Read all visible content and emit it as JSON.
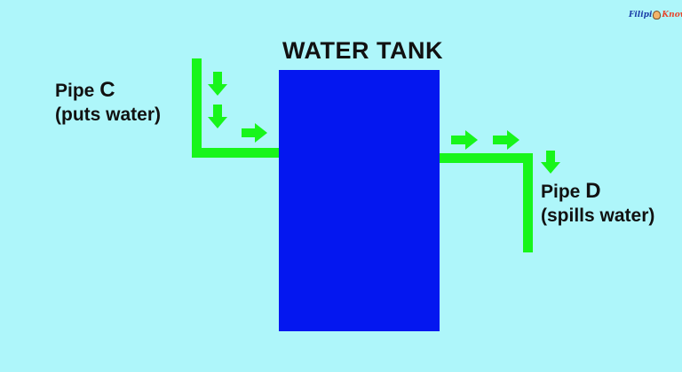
{
  "title": "WATER TANK",
  "pipe_c": {
    "name_prefix": "Pipe ",
    "name_letter": "C",
    "description": "(puts water)"
  },
  "pipe_d": {
    "name_prefix": "Pipe ",
    "name_letter": "D",
    "description": "(spills water)"
  },
  "logo": {
    "word1": "Filipi",
    "word2": "Know"
  },
  "colors": {
    "background": "#aef6fa",
    "tank": "#0417f0",
    "pipe": "#18f51b",
    "arrow": "#18f51b"
  }
}
